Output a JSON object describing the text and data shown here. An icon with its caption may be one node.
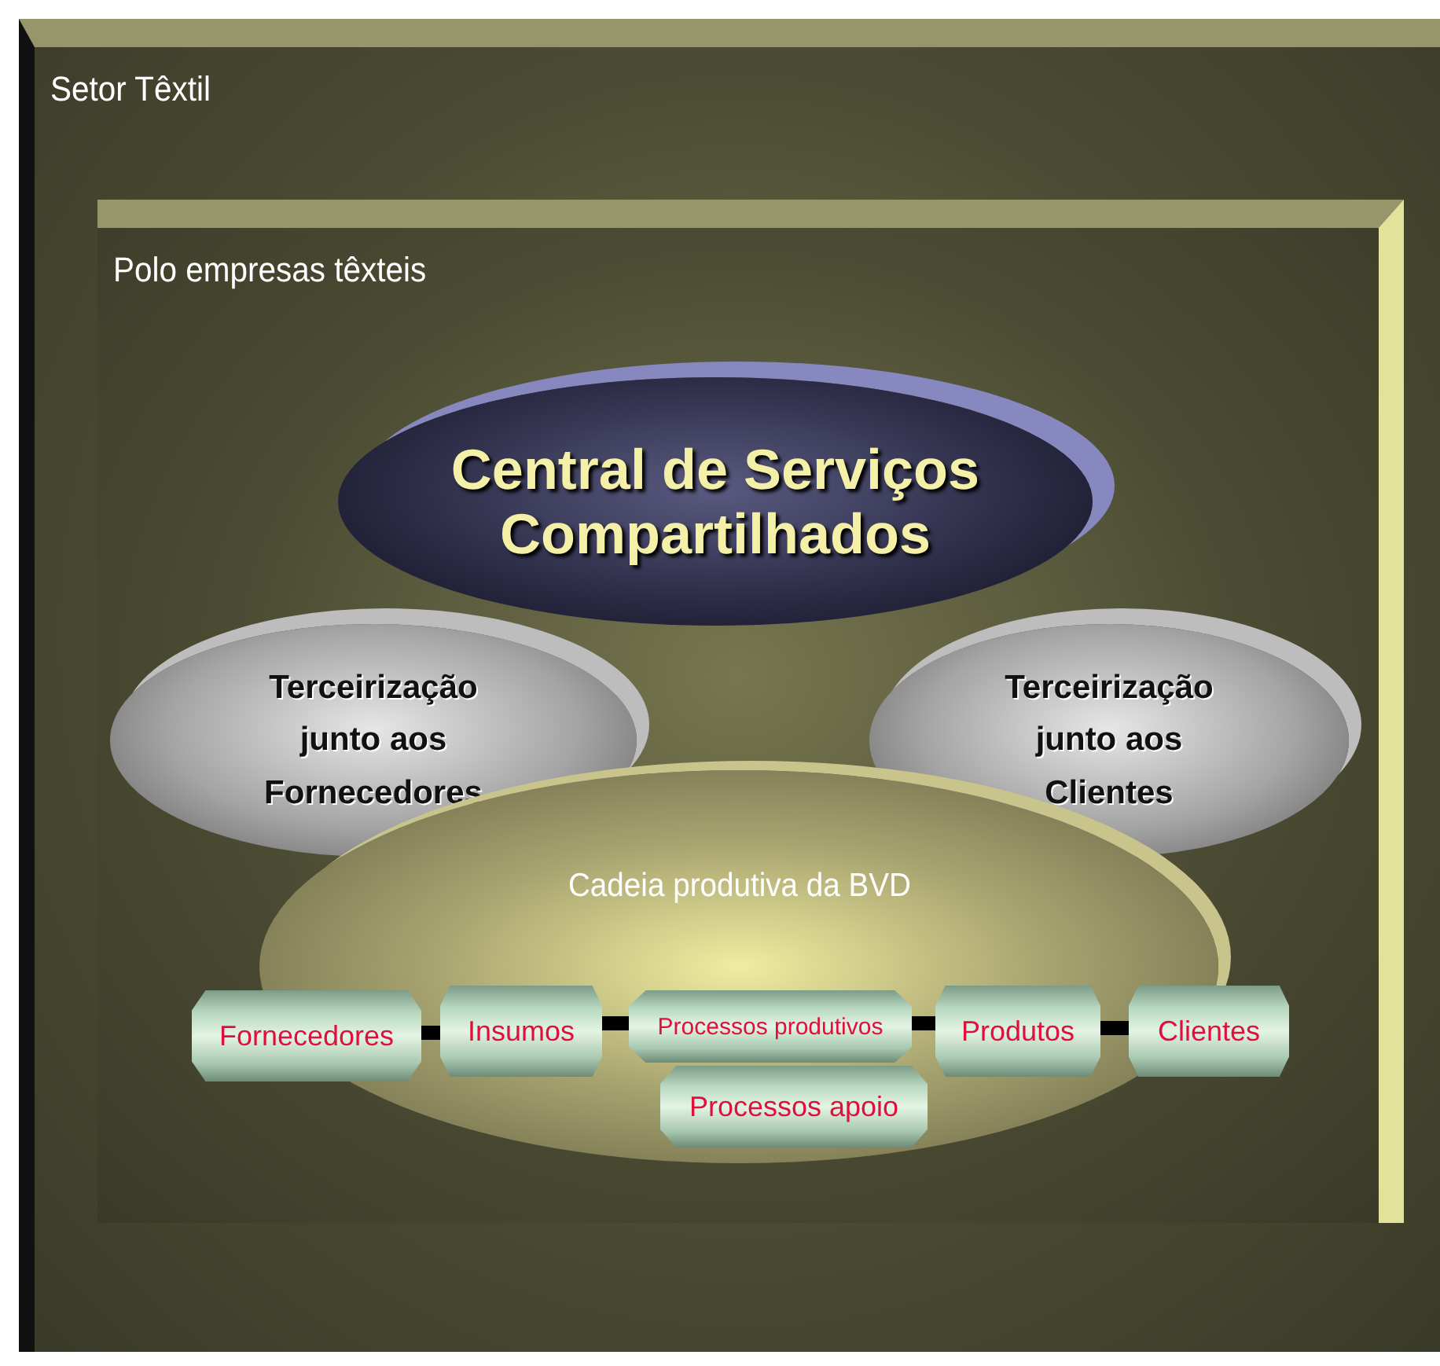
{
  "diagram": {
    "nodes": [
      {
        "text": [
          "Setor Têxtil"
        ]
      },
      {
        "text": [
          "Polo empresas têxteis"
        ],
        "in": 0
      },
      {
        "text": [
          "Central de Serviços Compartilhados"
        ],
        "in": 1
      },
      {
        "text": [
          "Terceirização junto aos Fornecedores"
        ],
        "in": 1
      },
      {
        "text": [
          "Terceirização junto aos Clientes"
        ],
        "in": 1
      },
      {
        "text": [
          "Cadeia produtiva da BVD"
        ],
        "in": 1
      },
      {
        "text": [
          "Fornecedores"
        ],
        "in": 1
      },
      {
        "text": [
          "Insumos"
        ],
        "in": 5
      },
      {
        "text": [
          "Processos produtivos"
        ],
        "in": 5
      },
      {
        "text": [
          "Produtos"
        ],
        "in": 5
      },
      {
        "text": [
          "Clientes"
        ],
        "in": 1
      },
      {
        "text": [
          "Processos apoio"
        ],
        "in": 5
      }
    ],
    "edges": [
      {
        "from": 6,
        "to": 7,
        "arrow": "none"
      },
      {
        "from": 7,
        "to": 8,
        "arrow": "none"
      },
      {
        "from": 8,
        "to": 9,
        "arrow": "none"
      },
      {
        "from": 9,
        "to": 10,
        "arrow": "none"
      }
    ]
  }
}
